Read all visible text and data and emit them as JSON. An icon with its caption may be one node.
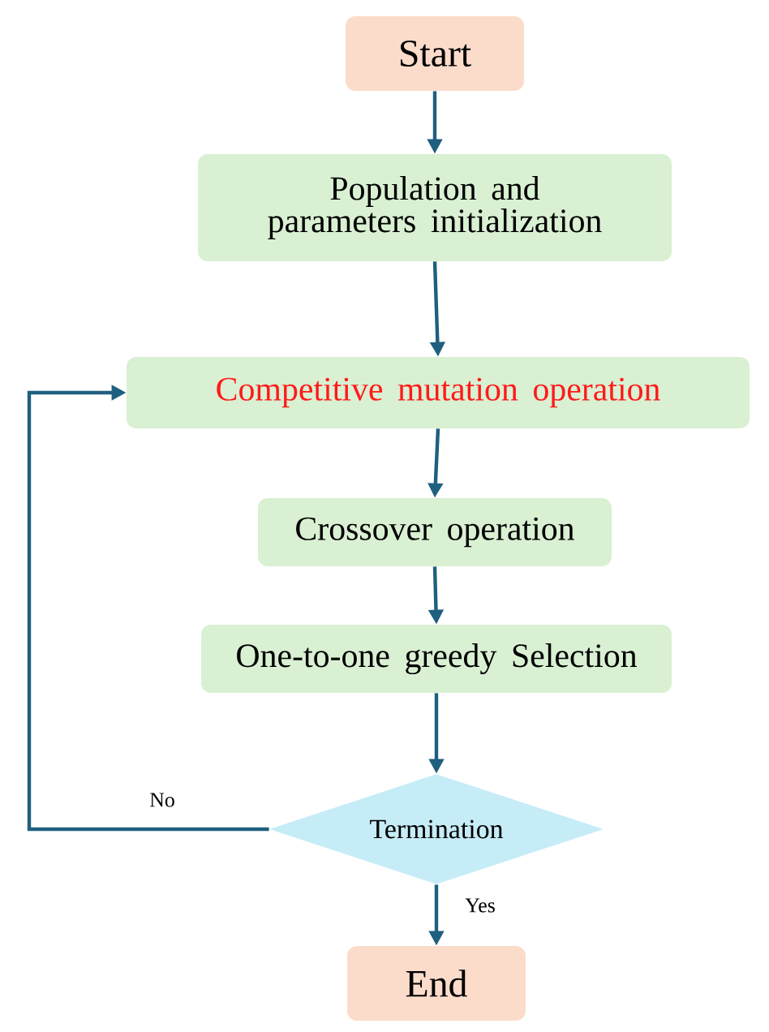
{
  "diagram": {
    "nodes": [
      {
        "text": [
          "Start"
        ]
      },
      {
        "text": [
          "Population and parameters initialization"
        ]
      },
      {
        "text": [
          "Competitive mutation operation"
        ]
      },
      {
        "text": [
          "Crossover operation"
        ]
      },
      {
        "text": [
          "One-to-one greedy Selection"
        ]
      },
      {
        "text": [
          "Termination"
        ]
      },
      {
        "text": [
          "End"
        ]
      }
    ],
    "edges": [
      {
        "from": 0,
        "to": 1,
        "arrow": "to"
      },
      {
        "from": 1,
        "to": 2,
        "arrow": "to"
      },
      {
        "from": 2,
        "to": 3,
        "arrow": "to"
      },
      {
        "from": 3,
        "to": 4,
        "arrow": "to"
      },
      {
        "from": 4,
        "to": 5,
        "arrow": "to"
      },
      {
        "from": 5,
        "to": 2,
        "arrow": "to",
        "label": "No"
      },
      {
        "from": 5,
        "to": 6,
        "arrow": "to",
        "label": "Yes"
      }
    ]
  }
}
